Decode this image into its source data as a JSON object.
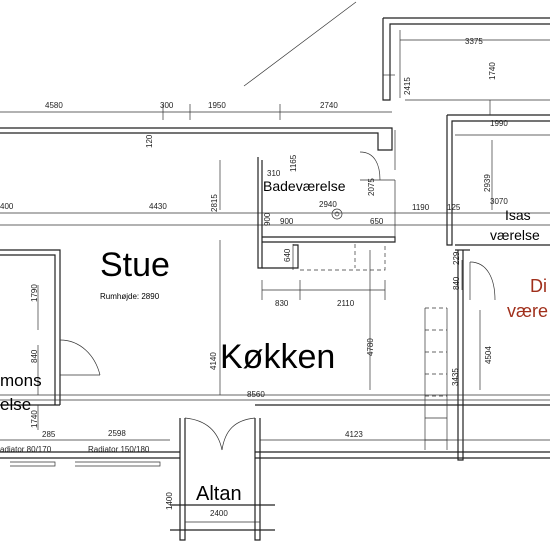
{
  "rooms": {
    "stue": "Stue",
    "rumhojde": "Rumhøjde: 2890",
    "kokken": "Køkken",
    "badevaerelse": "Badeværelse",
    "isas_line1": "Isas",
    "isas_line2": "værelse",
    "di_line1": "Di",
    "di_line2": "være",
    "mons_line1": "mons",
    "mons_line2": "else",
    "altan": "Altan"
  },
  "radiators": {
    "r1": "adiator 80/170",
    "r2": "Radiator 150/180"
  },
  "colors": {
    "di_room": "#a0301c"
  },
  "dims": {
    "d3375": "3375",
    "d1740": "1740",
    "d2415": "2415",
    "d4580": "4580",
    "d300": "300",
    "d1950": "1950",
    "d2740": "2740",
    "d120": "120",
    "d1990": "1990",
    "d310": "310",
    "d1165": "1165",
    "d2075": "2075",
    "d2939": "2939",
    "d400": "400",
    "d4430": "4430",
    "d2815": "2815",
    "d900a": "900",
    "d2940": "2940",
    "d1190": "1190",
    "d125": "125",
    "d3070": "3070",
    "d900b": "900",
    "d650": "650",
    "d640": "640",
    "d229": "229",
    "d840a": "840",
    "d1790": "1790",
    "d830": "830",
    "d2110": "2110",
    "d840b": "840",
    "d4780": "4780",
    "d4140": "4140",
    "d4504": "4504",
    "d3435": "3435",
    "d8560": "8560",
    "d1740b": "1740",
    "d285": "285",
    "d2598": "2598",
    "d4123": "4123",
    "d1400": "1400",
    "d2400": "2400"
  }
}
